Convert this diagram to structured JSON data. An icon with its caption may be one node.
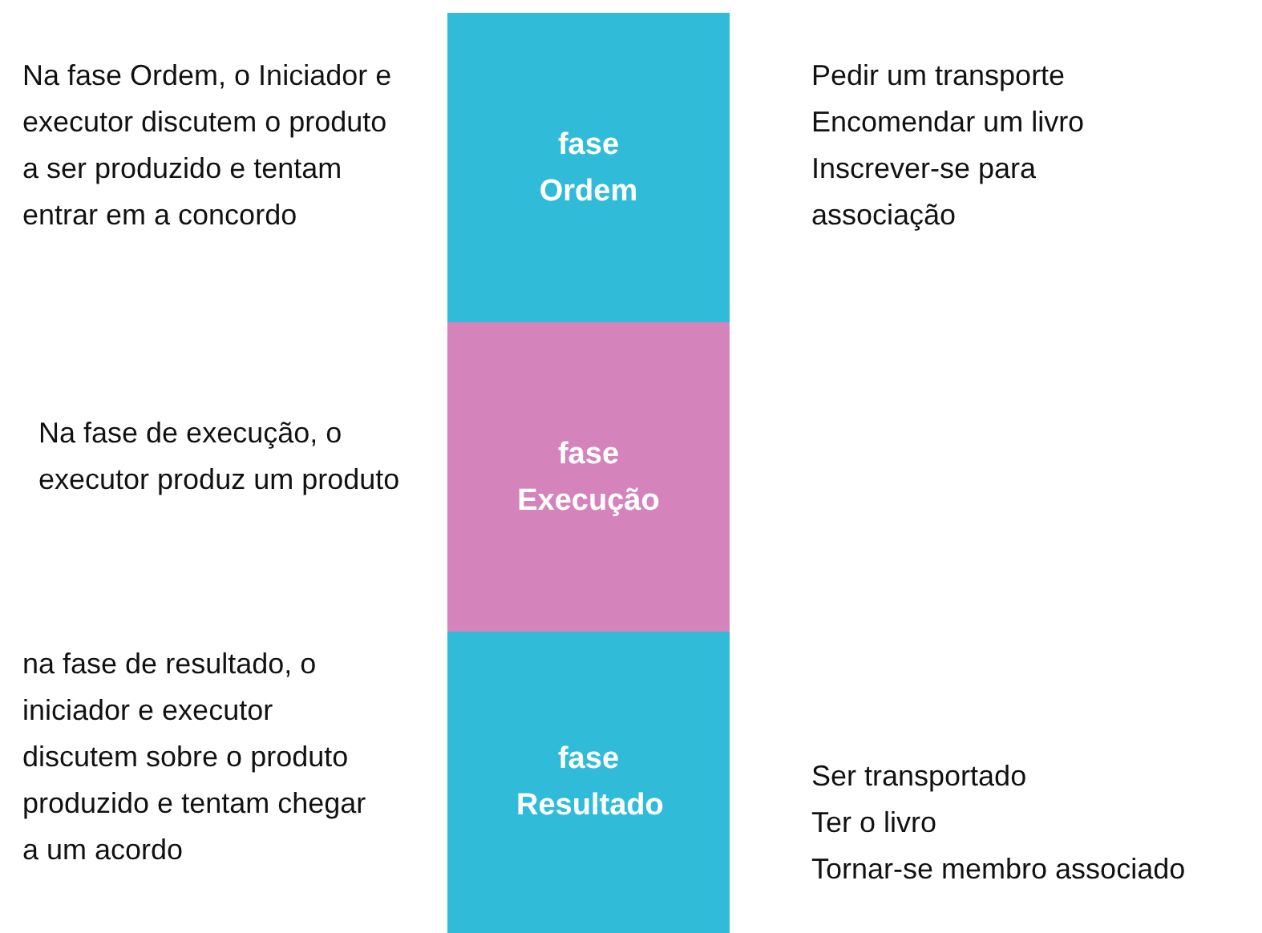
{
  "diagram": {
    "nodes": [
      {
        "text": [
          "fase Ordem"
        ],
        "beside": [
          "Na fase Ordem, o Iniciador e executor discutem o produto a ser produzido e tentam entrar em a concordo",
          "Pedir um transporte",
          "Encomendar um livro",
          "Inscrever-se para associação"
        ]
      },
      {
        "text": [
          "fase Execução"
        ],
        "beside": [
          "Na fase de execução, o executor produz um produto"
        ]
      },
      {
        "text": [
          "fase Resultado"
        ],
        "beside": [
          "na fase de resultado, o iniciador e executor discutem sobre o produto produzido e tentam chegar a um acordo",
          "Ser transportado",
          "Ter o livro",
          "Tornar-se membro associado"
        ]
      }
    ]
  }
}
